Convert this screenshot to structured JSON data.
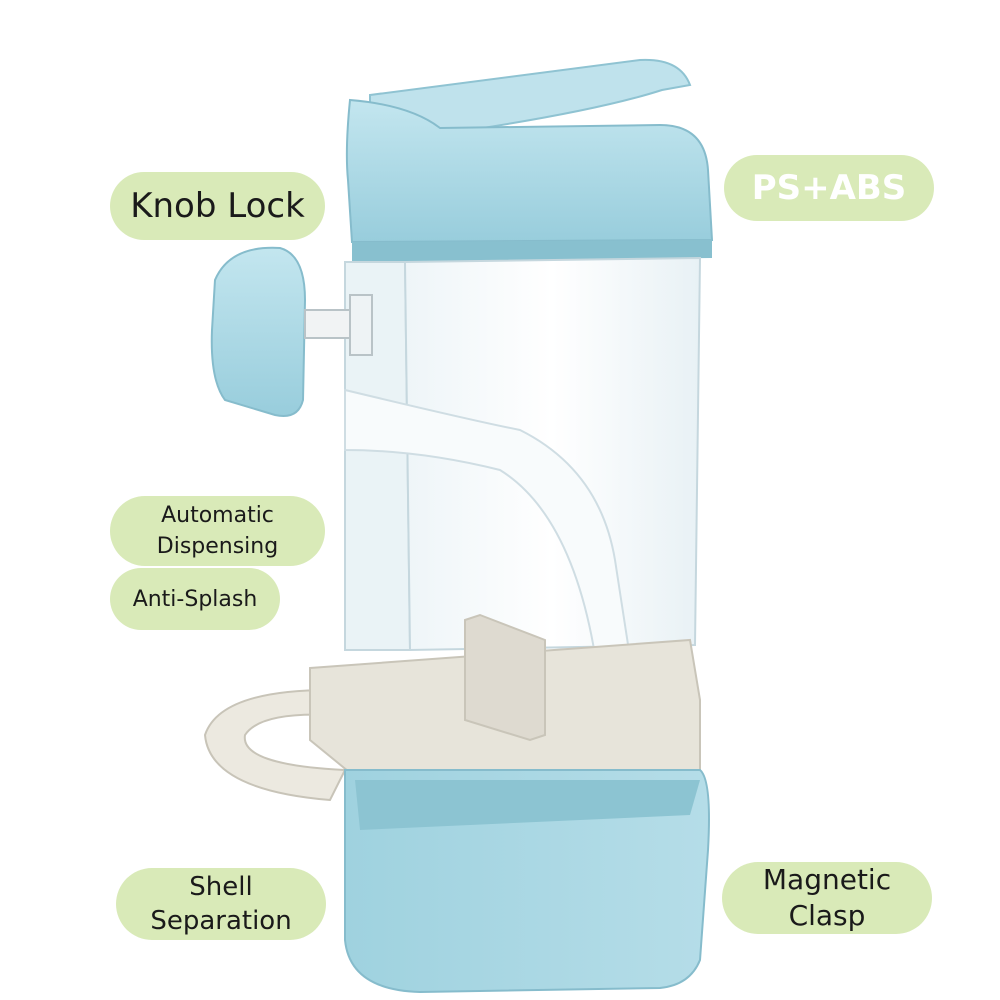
{
  "labels": {
    "knob_lock": "Knob Lock",
    "material": "PS+ABS",
    "auto_line1": "Automatic",
    "auto_line2": "Dispensing",
    "anti_splash": "Anti-Splash",
    "shell_line1": "Shell",
    "shell_line2": "Separation",
    "magnetic_line1": "Magnetic",
    "magnetic_line2": "Clasp"
  },
  "colors": {
    "pill": "#d9eab8",
    "body_blue": "#a9d6e2",
    "tray_cream": "#e7e4da",
    "clear_shell": "#f3f8fa"
  }
}
